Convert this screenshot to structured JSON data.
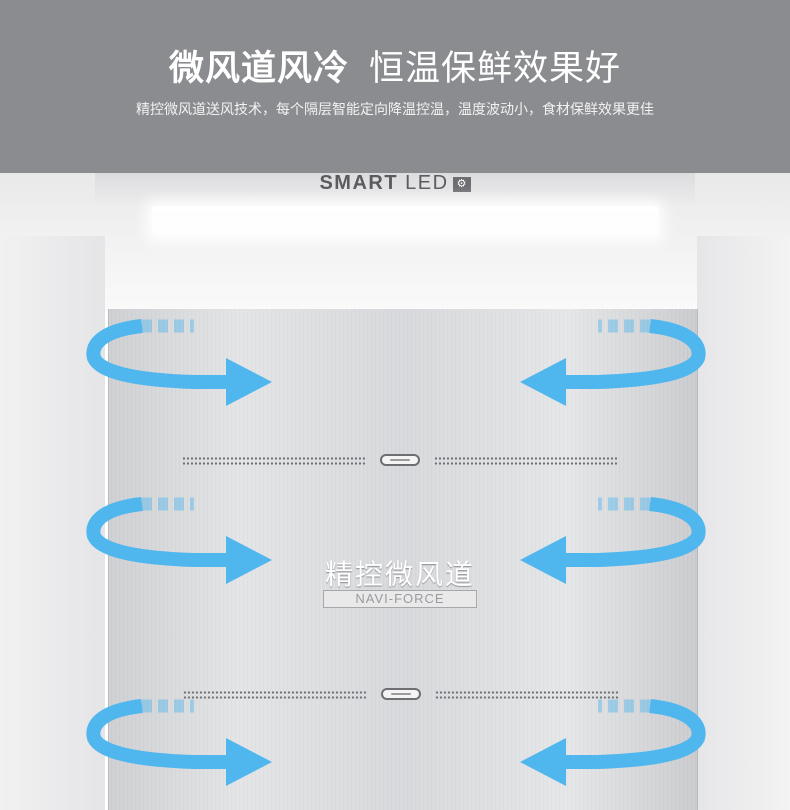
{
  "banner": {
    "title_bold": "微风道风冷",
    "title_light": "恒温保鲜效果好",
    "subtitle": "精控微风道送风技术，每个隔层智能定向降温控温，温度波动小，食材保鲜效果更佳"
  },
  "fridge": {
    "led_label_bold": "SMART",
    "led_label_light": "LED",
    "led_icon": "fridge-chip-icon",
    "logo_cn": "精控微风道",
    "logo_en": "NAVI-FORCE"
  },
  "colors": {
    "banner_bg": "#8b8c90",
    "airflow_blue": "#4fb6ee",
    "panel_steel": "#d8d9dc"
  }
}
